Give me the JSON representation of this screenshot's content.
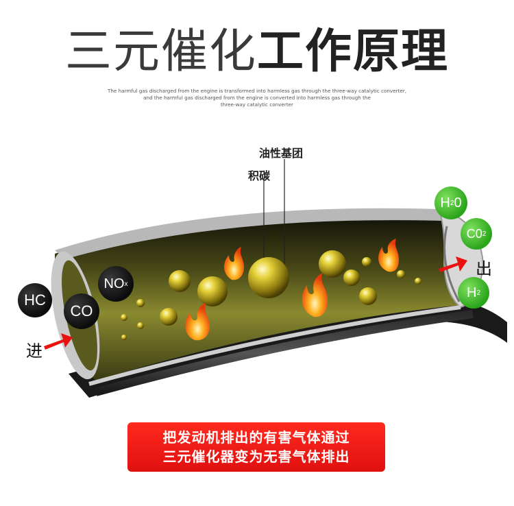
{
  "title": {
    "part1": "三元催化",
    "part2": "工作原理"
  },
  "subtitle": {
    "line1": "The harmful gas discharged from the engine is transformed into harmless gas through the three-way catalytic converter,",
    "line2": "and the harmful gas discharged from the engine is converted into harmless gas through the",
    "line3": "three-way catalytic converter"
  },
  "labels": {
    "oil_group": "油性基团",
    "carbon": "积碳",
    "inlet": "进",
    "outlet": "出"
  },
  "molecules_in": [
    {
      "name": "HC",
      "text": "HC"
    },
    {
      "name": "CO",
      "text": "CO"
    },
    {
      "name": "NOx",
      "text": "NO",
      "sub": "x"
    }
  ],
  "molecules_out": [
    {
      "name": "H2O",
      "text": "H",
      "sub": "2",
      "text2": "0"
    },
    {
      "name": "CO2",
      "text": "C0",
      "sub": "2"
    },
    {
      "name": "H2",
      "text": "H",
      "sub": "2"
    }
  ],
  "banner": {
    "line1": "把发动机排出的有害气体通过",
    "line2": "三元催化器变为无害气体排出"
  },
  "colors": {
    "banner": "#e8130f",
    "toxic_gas": "#111111",
    "clean_gas": "#3cb82a",
    "arrow": "#e8130f"
  }
}
